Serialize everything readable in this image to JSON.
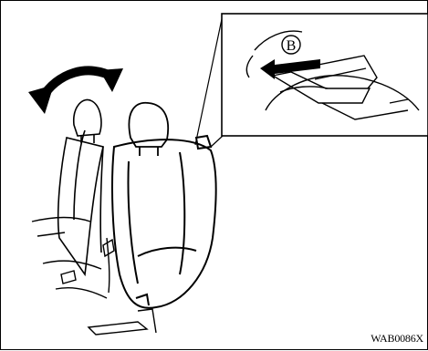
{
  "figure": {
    "callout_letter": "B",
    "code": "WAB0086X"
  },
  "icons": {
    "recline_arrow": "double-headed-curved-arrow",
    "release_arrow": "left-pointing-arrow"
  }
}
